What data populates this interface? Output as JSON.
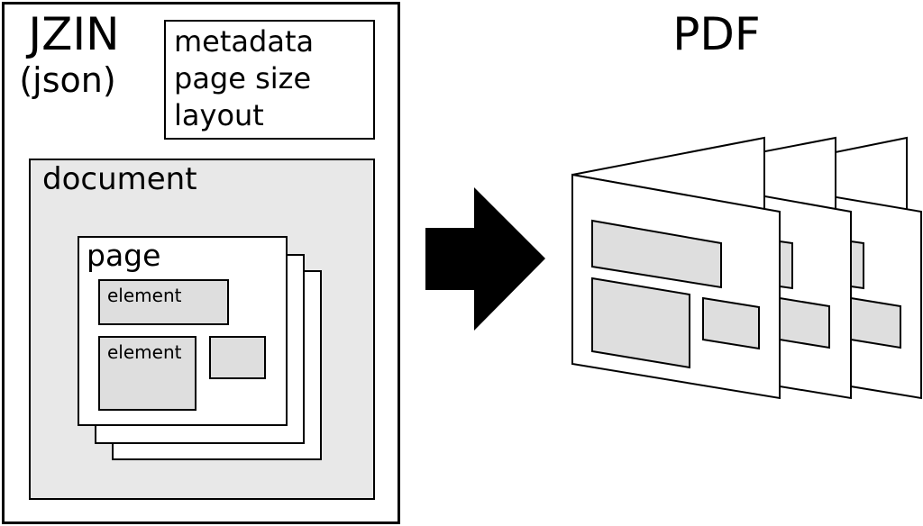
{
  "jzin": {
    "title": "JZIN",
    "subtitle": "(json)",
    "meta_items": [
      "metadata",
      "page size",
      "layout"
    ]
  },
  "document": {
    "label": "document",
    "page_label": "page",
    "element_label": "element"
  },
  "pdf": {
    "title": "PDF"
  },
  "colors": {
    "stroke": "#000000",
    "document_fill": "#e8e8e8",
    "element_fill": "#dedede",
    "sheet_fill": "#ffffff"
  }
}
